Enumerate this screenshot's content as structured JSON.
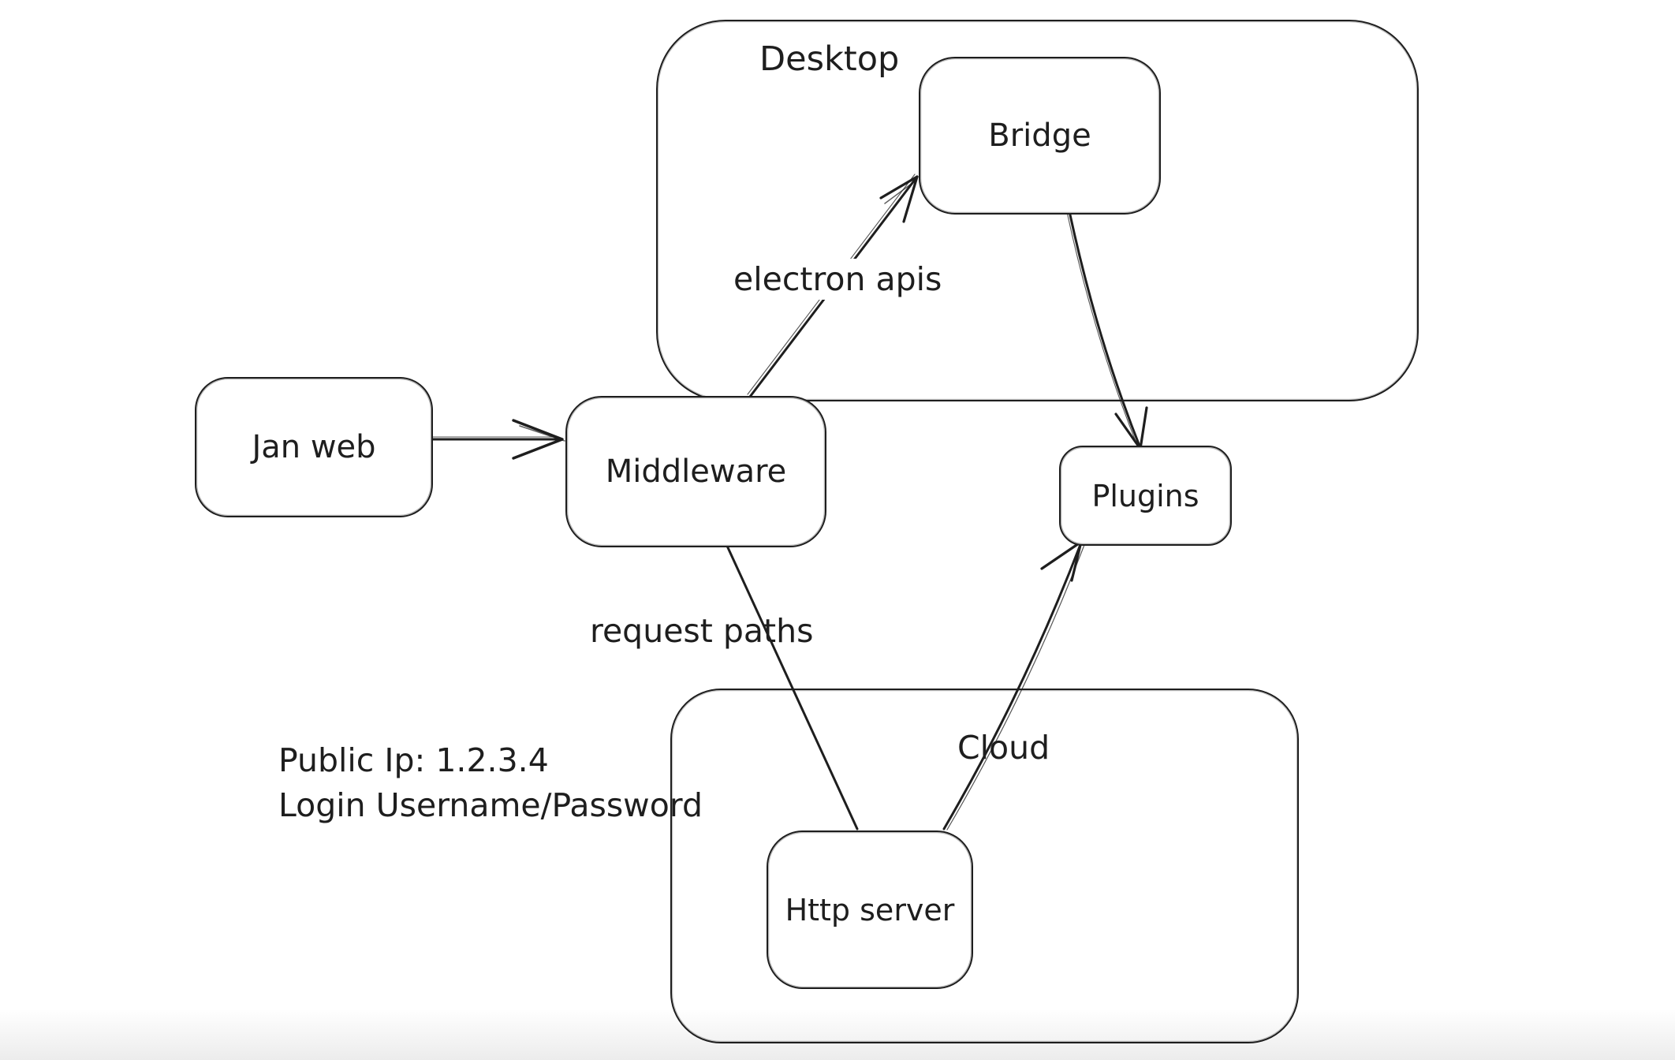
{
  "diagram": {
    "tool": "whiteboard-sketch",
    "colors": {
      "stroke": "#1e1e1e",
      "background": "#ffffff"
    },
    "containers": [
      {
        "id": "desktop",
        "label": "Desktop"
      },
      {
        "id": "cloud",
        "label": "Cloud"
      }
    ],
    "nodes": [
      {
        "id": "jan-web",
        "label": "Jan web"
      },
      {
        "id": "middleware",
        "label": "Middleware"
      },
      {
        "id": "bridge",
        "label": "Bridge"
      },
      {
        "id": "plugins",
        "label": "Plugins"
      },
      {
        "id": "http-server",
        "label": "Http server"
      }
    ],
    "edges": [
      {
        "from": "jan-web",
        "to": "middleware",
        "label": "",
        "arrowhead": "open"
      },
      {
        "from": "middleware",
        "to": "bridge",
        "label": "electron apis",
        "arrowhead": "open"
      },
      {
        "from": "bridge",
        "to": "plugins",
        "label": "",
        "arrowhead": "open"
      },
      {
        "from": "middleware",
        "to": "http-server",
        "label": "request paths",
        "arrowhead": "none"
      },
      {
        "from": "http-server",
        "to": "plugins",
        "label": "",
        "arrowhead": "open"
      }
    ],
    "edge_labels": [
      {
        "label": "electron apis"
      },
      {
        "label": "request paths"
      }
    ],
    "annotation": {
      "line1": "Public Ip: 1.2.3.4",
      "line2": "Login Username/Password"
    }
  }
}
